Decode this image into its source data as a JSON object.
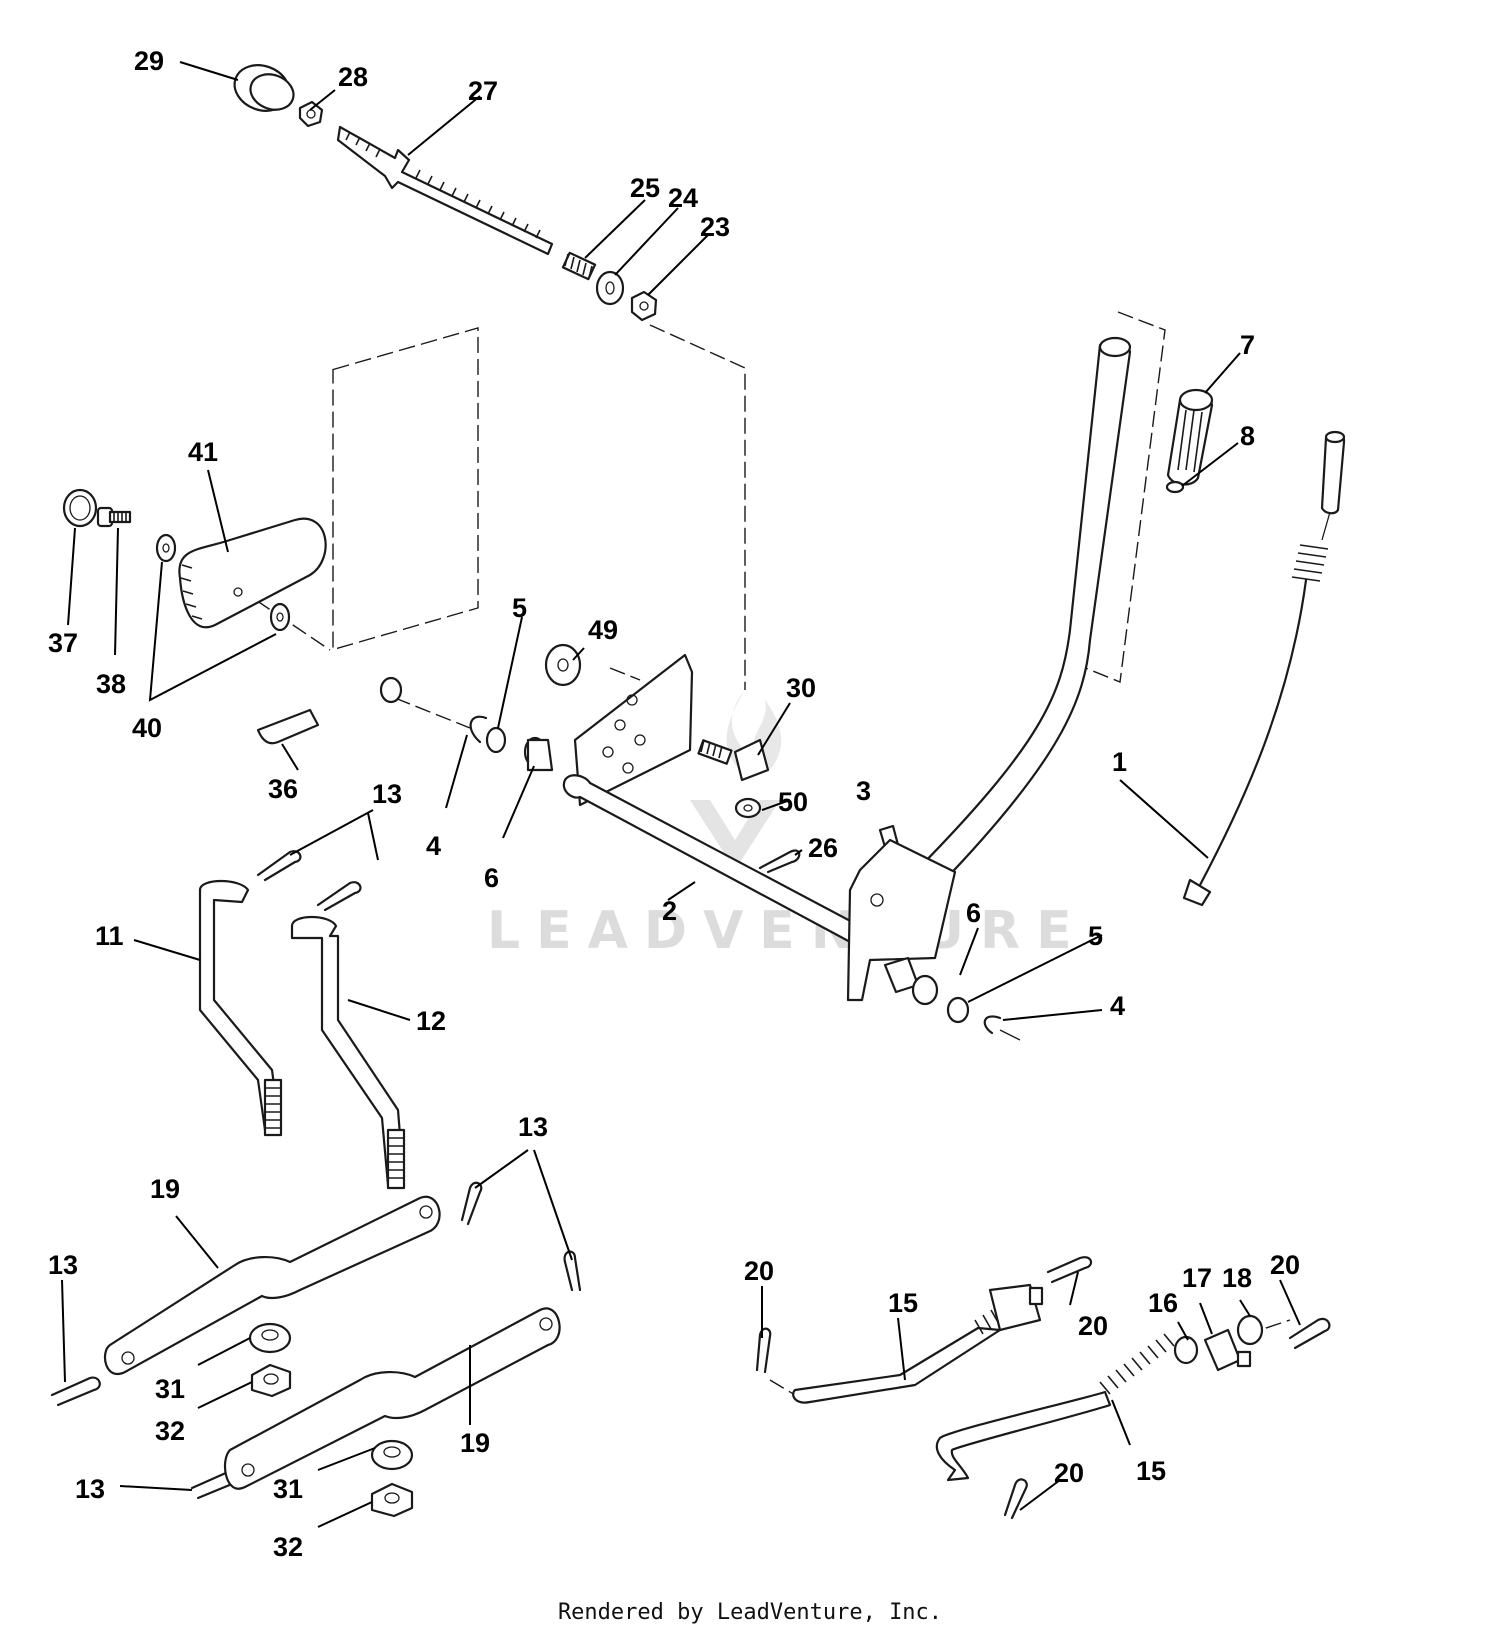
{
  "watermark": "LEADVENTURE",
  "footer": "Rendered by LeadVenture, Inc.",
  "callouts": {
    "c1": "1",
    "c2": "2",
    "c3": "3",
    "c4a": "4",
    "c4b": "4",
    "c5a": "5",
    "c5b": "5",
    "c6a": "6",
    "c6b": "6",
    "c7": "7",
    "c8": "8",
    "c11": "11",
    "c12": "12",
    "c13a": "13",
    "c13b": "13",
    "c13c": "13",
    "c13d": "13",
    "c15a": "15",
    "c15b": "15",
    "c16": "16",
    "c17": "17",
    "c18": "18",
    "c19a": "19",
    "c19b": "19",
    "c20a": "20",
    "c20b": "20",
    "c20c": "20",
    "c20d": "20",
    "c23": "23",
    "c24": "24",
    "c25": "25",
    "c26": "26",
    "c27": "27",
    "c28": "28",
    "c29": "29",
    "c30": "30",
    "c31a": "31",
    "c31b": "31",
    "c32a": "32",
    "c32b": "32",
    "c36": "36",
    "c37": "37",
    "c38": "38",
    "c40": "40",
    "c41": "41",
    "c49": "49",
    "c50": "50"
  },
  "colors": {
    "line": "#1a1a1a",
    "watermark": "#dcdcdc",
    "background": "#ffffff"
  }
}
